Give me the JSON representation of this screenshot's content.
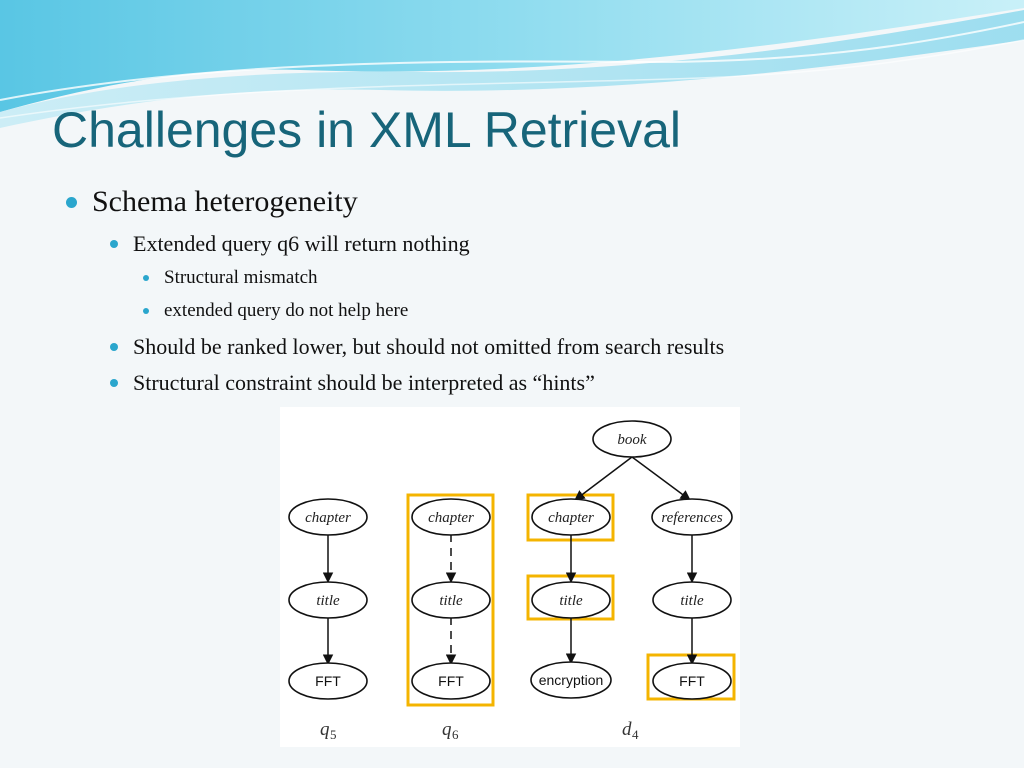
{
  "slide": {
    "title": "Challenges in XML Retrieval",
    "bullets": [
      {
        "level": 1,
        "text": "Schema heterogeneity"
      },
      {
        "level": 2,
        "text": "Extended query q6 will return nothing"
      },
      {
        "level": 3,
        "text": "Structural mismatch"
      },
      {
        "level": 3,
        "text": "extended query do not help here"
      },
      {
        "level": 2,
        "text": "Should be ranked lower, but should not omitted from search results"
      },
      {
        "level": 2,
        "text": "Structural constraint should be interpreted as “hints”"
      }
    ]
  },
  "diagram": {
    "highlight_color": "#f4b400",
    "q5": {
      "caption": "q",
      "caption_sub": "5",
      "nodes": [
        "chapter",
        "title",
        "FFT"
      ]
    },
    "q6": {
      "caption": "q",
      "caption_sub": "6",
      "nodes": [
        "chapter",
        "title",
        "FFT"
      ]
    },
    "d4": {
      "caption": "d",
      "caption_sub": "4",
      "root": "book",
      "left_nodes": [
        "chapter",
        "title",
        "encryption"
      ],
      "right_nodes": [
        "references",
        "title",
        "FFT"
      ]
    }
  }
}
